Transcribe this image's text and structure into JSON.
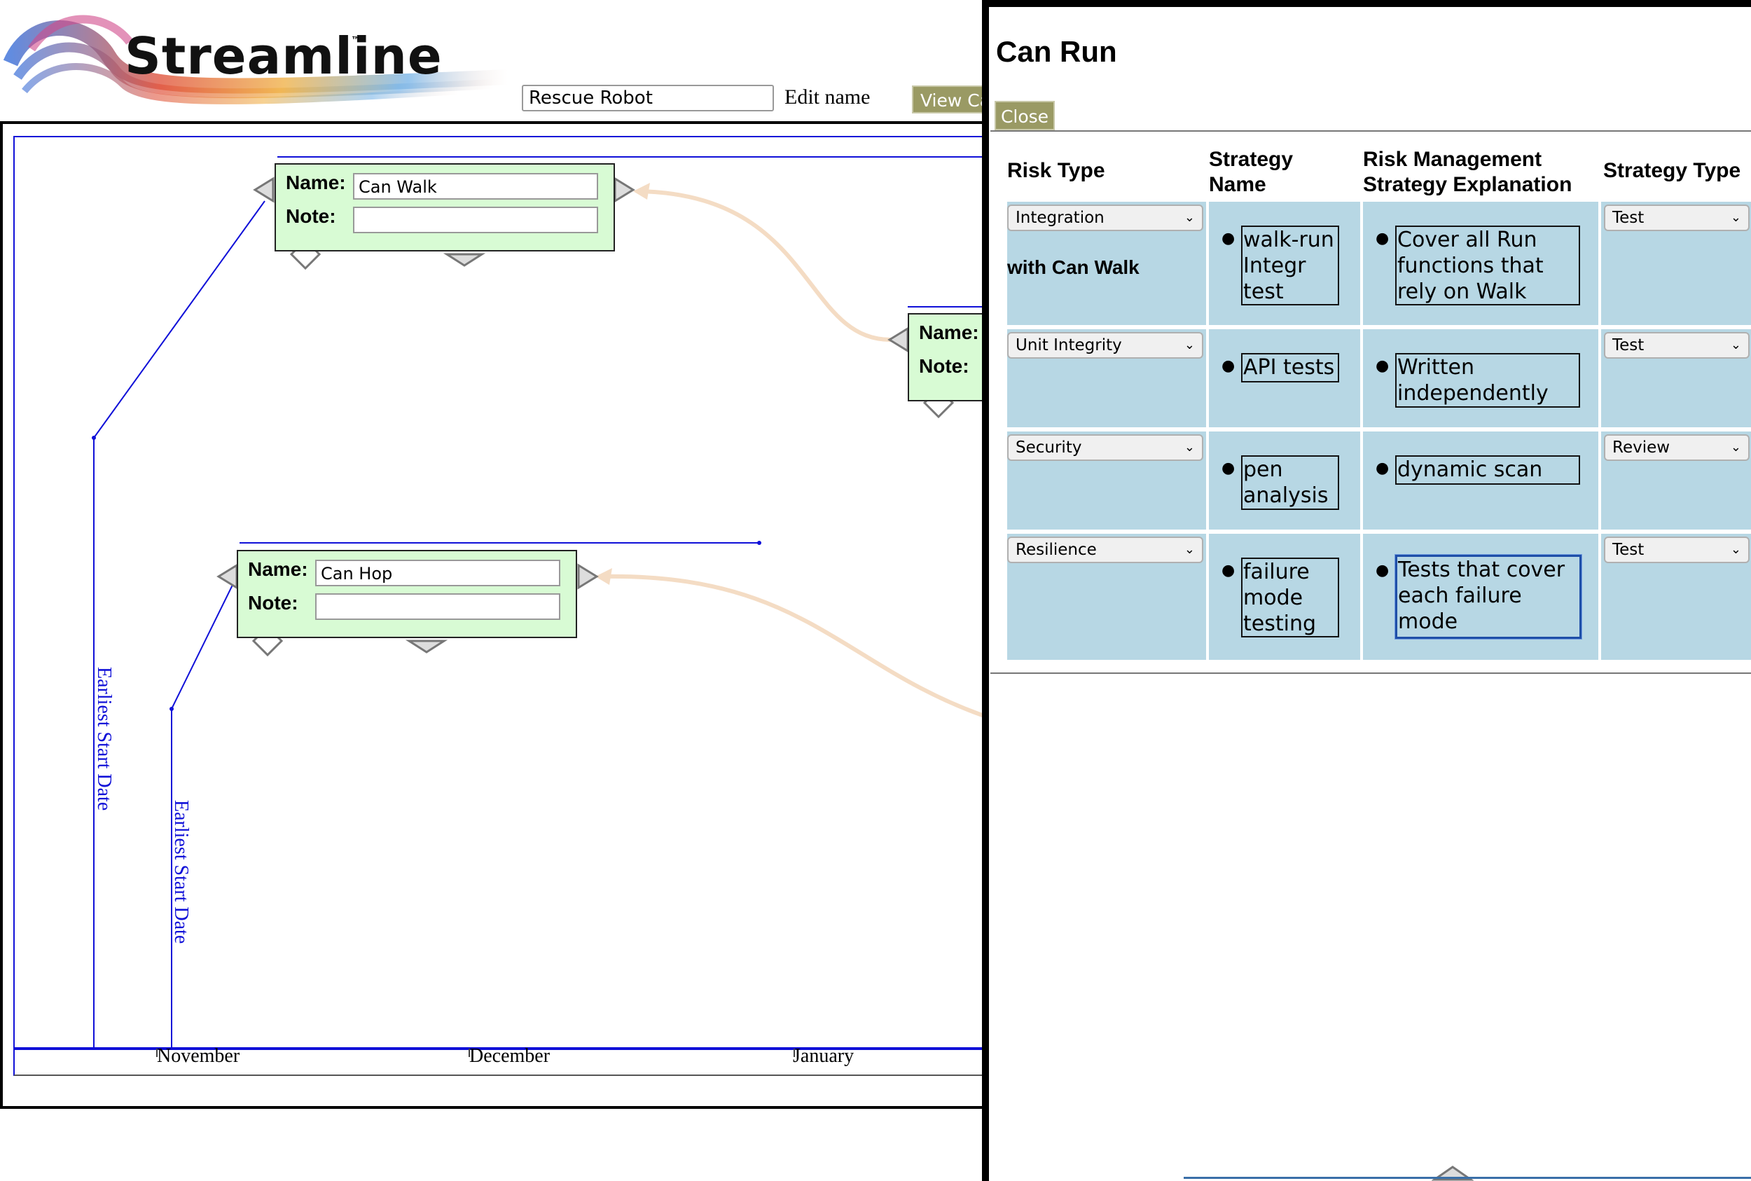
{
  "header": {
    "logo_text": "Streamline",
    "logo_tm": "™",
    "project_name": "Rescue Robot",
    "edit_name_label": "Edit name",
    "view_button_label": "View Ca"
  },
  "timeline": {
    "months": [
      "November",
      "December",
      "January"
    ],
    "earliest_start_label": "Earliest Start Date",
    "nodes": [
      {
        "name_label": "Name:",
        "note_label": "Note:",
        "name": "Can Walk",
        "note": ""
      },
      {
        "name_label": "Name:",
        "note_label": "Note:",
        "name": "",
        "note": ""
      },
      {
        "name_label": "Name:",
        "note_label": "Note:",
        "name": "Can Hop",
        "note": ""
      }
    ]
  },
  "panel": {
    "title": "Can Run",
    "close_label": "Close",
    "columns": [
      "Risk Type",
      "Strategy Name",
      "Risk Management Strategy Explanation",
      "Strategy Type"
    ],
    "rows": [
      {
        "risk_type": "Integration",
        "extra": "with Can Walk",
        "strategy_name": "walk-run Integr test",
        "explanation": "Cover all Run functions that rely on Walk",
        "strategy_type": "Test"
      },
      {
        "risk_type": "Unit Integrity",
        "extra": "",
        "strategy_name": "API tests",
        "explanation": "Written independently",
        "strategy_type": "Test"
      },
      {
        "risk_type": "Security",
        "extra": "",
        "strategy_name": "pen analysis",
        "explanation": "dynamic scan",
        "strategy_type": "Review"
      },
      {
        "risk_type": "Resilience",
        "extra": "",
        "strategy_name": "failure mode testing",
        "explanation": "Tests that cover each failure mode",
        "strategy_type": "Test"
      }
    ]
  },
  "colors": {
    "node_fill": "#d8fbd4",
    "table_cell": "#b7d7e4",
    "button_fill": "#9a9a64",
    "timeline_line": "#1010d8",
    "connector": "#f4dcc4"
  }
}
